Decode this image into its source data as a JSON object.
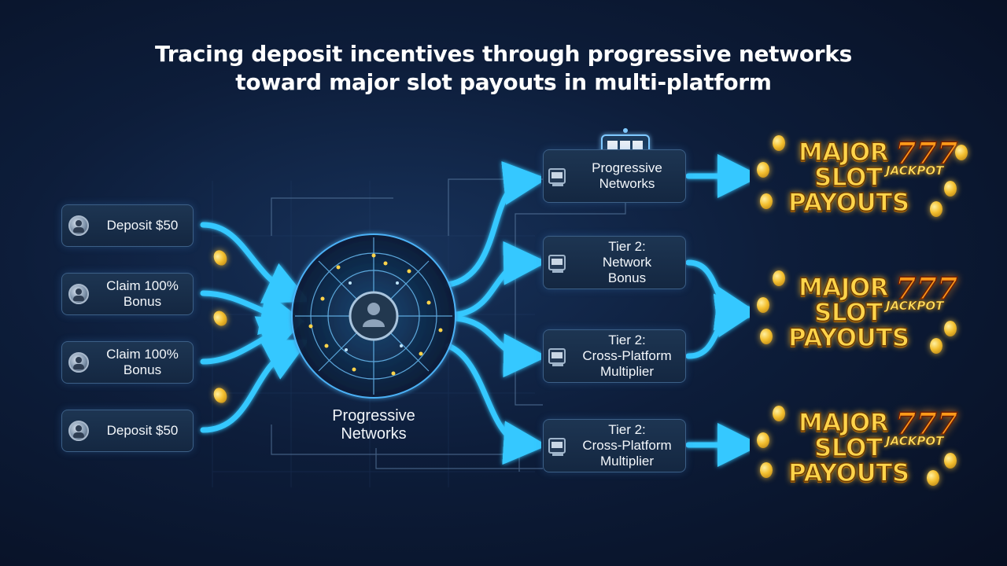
{
  "title": {
    "line1": "Tracing deposit incentives through progressive networks",
    "line2": "toward major slot payouts in multi-platform"
  },
  "inputs": [
    {
      "label": "Deposit $50",
      "icon": "user-avatar-icon"
    },
    {
      "label": "Claim 100%\nBonus",
      "icon": "user-avatar-icon"
    },
    {
      "label": "Claim 100%\nBonus",
      "icon": "user-avatar-icon"
    },
    {
      "label": "Deposit $50",
      "icon": "user-avatar-icon"
    }
  ],
  "hub": {
    "label": "Progressive\nNetworks",
    "icon": "circuit-globe-icon"
  },
  "middle": [
    {
      "label": "Progressive\nNetworks",
      "icon": "slot-machine-icon"
    },
    {
      "label": "Tier 2:\nNetwork\nBonus",
      "icon": "slot-machine-icon"
    },
    {
      "label": "Tier 2:\nCross-Platform\nMultiplier",
      "icon": "slot-machine-icon"
    },
    {
      "label": "Tier 2:\nCross-Platform\nMultiplier",
      "icon": "slot-machine-icon"
    }
  ],
  "outputs": [
    {
      "line1": "MAJOR",
      "line2": "SLOT",
      "line3": "PAYOUTS",
      "badge": "777",
      "badge_sub": "JACKPOT"
    },
    {
      "line1": "MAJOR",
      "line2": "SLOT",
      "line3": "PAYOUTS",
      "badge": "777",
      "badge_sub": "JACKPOT"
    },
    {
      "line1": "MAJOR",
      "line2": "SLOT",
      "line3": "PAYOUTS",
      "badge": "777",
      "badge_sub": "JACKPOT"
    }
  ],
  "colors": {
    "background": "#0d1d3a",
    "flow_arrow": "#35c8ff",
    "node_border": "#3c5f86",
    "gold": "#ffd44a"
  }
}
